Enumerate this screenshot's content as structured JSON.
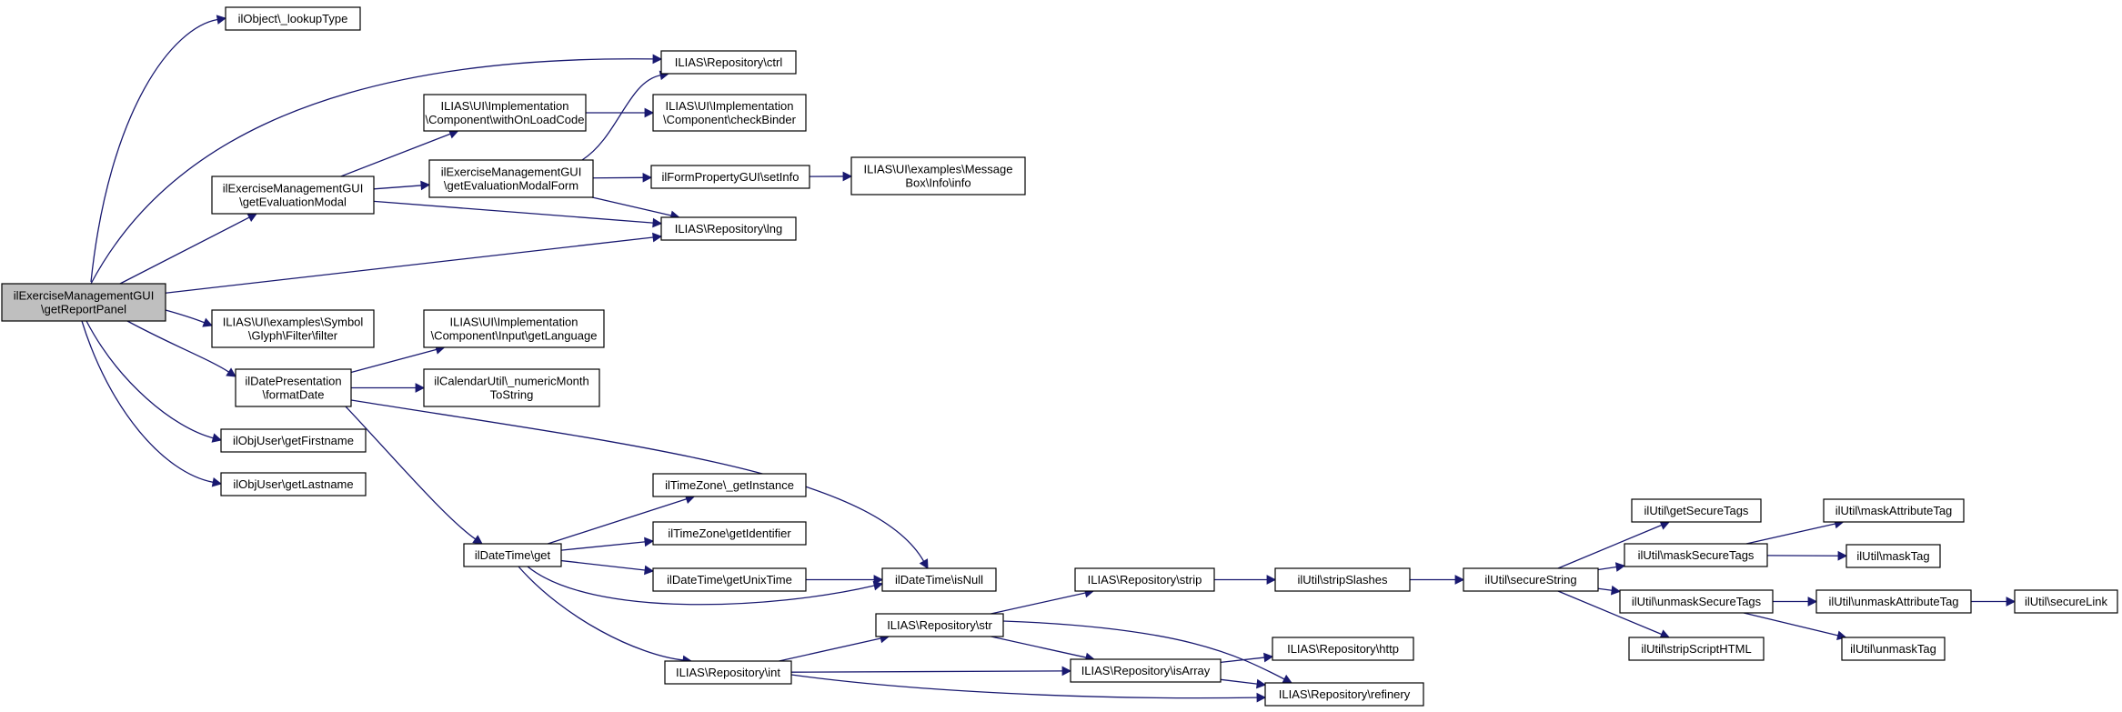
{
  "colors": {
    "edge": "#191970",
    "root_fill": "#bfbfbf",
    "node_fill": "#ffffff",
    "node_border": "#000000"
  },
  "nodes": [
    {
      "id": "root",
      "lines": [
        "ilExerciseManagementGUI",
        "\\getReportPanel"
      ],
      "highlight": true
    },
    {
      "id": "lookupType",
      "lines": [
        "ilObject\\_lookupType"
      ]
    },
    {
      "id": "ctrl",
      "lines": [
        "ILIAS\\Repository\\ctrl"
      ]
    },
    {
      "id": "withOnLoadCode",
      "lines": [
        "ILIAS\\UI\\Implementation",
        "\\Component\\withOnLoadCode"
      ]
    },
    {
      "id": "checkBinder",
      "lines": [
        "ILIAS\\UI\\Implementation",
        "\\Component\\checkBinder"
      ]
    },
    {
      "id": "getEvaluationModal",
      "lines": [
        "ilExerciseManagementGUI",
        "\\getEvaluationModal"
      ]
    },
    {
      "id": "getEvaluationModalForm",
      "lines": [
        "ilExerciseManagementGUI",
        "\\getEvaluationModalForm"
      ]
    },
    {
      "id": "setInfo",
      "lines": [
        "ilFormPropertyGUI\\setInfo"
      ]
    },
    {
      "id": "msgInfo",
      "lines": [
        "ILIAS\\UI\\examples\\Message",
        "Box\\Info\\info"
      ]
    },
    {
      "id": "lng",
      "lines": [
        "ILIAS\\Repository\\lng"
      ]
    },
    {
      "id": "filter",
      "lines": [
        "ILIAS\\UI\\examples\\Symbol",
        "\\Glyph\\Filter\\filter"
      ]
    },
    {
      "id": "getLanguage",
      "lines": [
        "ILIAS\\UI\\Implementation",
        "\\Component\\Input\\getLanguage"
      ]
    },
    {
      "id": "formatDate",
      "lines": [
        "ilDatePresentation",
        "\\formatDate"
      ]
    },
    {
      "id": "numericMonth",
      "lines": [
        "ilCalendarUtil\\_numericMonth",
        "ToString"
      ]
    },
    {
      "id": "getFirstname",
      "lines": [
        "ilObjUser\\getFirstname"
      ]
    },
    {
      "id": "getLastname",
      "lines": [
        "ilObjUser\\getLastname"
      ]
    },
    {
      "id": "getInstance",
      "lines": [
        "ilTimeZone\\_getInstance"
      ]
    },
    {
      "id": "getIdentifier",
      "lines": [
        "ilTimeZone\\getIdentifier"
      ]
    },
    {
      "id": "dtGet",
      "lines": [
        "ilDateTime\\get"
      ]
    },
    {
      "id": "getUnixTime",
      "lines": [
        "ilDateTime\\getUnixTime"
      ]
    },
    {
      "id": "isNull",
      "lines": [
        "ilDateTime\\isNull"
      ]
    },
    {
      "id": "repoStr",
      "lines": [
        "ILIAS\\Repository\\str"
      ]
    },
    {
      "id": "repoInt",
      "lines": [
        "ILIAS\\Repository\\int"
      ]
    },
    {
      "id": "isArray",
      "lines": [
        "ILIAS\\Repository\\isArray"
      ]
    },
    {
      "id": "refinery",
      "lines": [
        "ILIAS\\Repository\\refinery"
      ]
    },
    {
      "id": "http",
      "lines": [
        "ILIAS\\Repository\\http"
      ]
    },
    {
      "id": "strip",
      "lines": [
        "ILIAS\\Repository\\strip"
      ]
    },
    {
      "id": "stripSlashes",
      "lines": [
        "ilUtil\\stripSlashes"
      ]
    },
    {
      "id": "secureString",
      "lines": [
        "ilUtil\\secureString"
      ]
    },
    {
      "id": "getSecureTags",
      "lines": [
        "ilUtil\\getSecureTags"
      ]
    },
    {
      "id": "maskSecureTags",
      "lines": [
        "ilUtil\\maskSecureTags"
      ]
    },
    {
      "id": "unmaskSecureTags",
      "lines": [
        "ilUtil\\unmaskSecureTags"
      ]
    },
    {
      "id": "stripScriptHTML",
      "lines": [
        "ilUtil\\stripScriptHTML"
      ]
    },
    {
      "id": "maskAttributeTag",
      "lines": [
        "ilUtil\\maskAttributeTag"
      ]
    },
    {
      "id": "maskTag",
      "lines": [
        "ilUtil\\maskTag"
      ]
    },
    {
      "id": "unmaskAttributeTag",
      "lines": [
        "ilUtil\\unmaskAttributeTag"
      ]
    },
    {
      "id": "unmaskTag",
      "lines": [
        "ilUtil\\unmaskTag"
      ]
    },
    {
      "id": "secureLink",
      "lines": [
        "ilUtil\\secureLink"
      ]
    }
  ],
  "edges": [
    [
      "root",
      "lookupType"
    ],
    [
      "root",
      "ctrl"
    ],
    [
      "root",
      "getEvaluationModal"
    ],
    [
      "root",
      "lng"
    ],
    [
      "root",
      "filter"
    ],
    [
      "root",
      "formatDate"
    ],
    [
      "root",
      "getFirstname"
    ],
    [
      "root",
      "getLastname"
    ],
    [
      "getEvaluationModal",
      "withOnLoadCode"
    ],
    [
      "getEvaluationModal",
      "getEvaluationModalForm"
    ],
    [
      "getEvaluationModal",
      "lng"
    ],
    [
      "withOnLoadCode",
      "checkBinder"
    ],
    [
      "getEvaluationModalForm",
      "ctrl"
    ],
    [
      "getEvaluationModalForm",
      "setInfo"
    ],
    [
      "getEvaluationModalForm",
      "lng"
    ],
    [
      "setInfo",
      "msgInfo"
    ],
    [
      "formatDate",
      "getLanguage"
    ],
    [
      "formatDate",
      "numericMonth"
    ],
    [
      "formatDate",
      "isNull"
    ],
    [
      "formatDate",
      "dtGet"
    ],
    [
      "dtGet",
      "getInstance"
    ],
    [
      "dtGet",
      "getIdentifier"
    ],
    [
      "dtGet",
      "getUnixTime"
    ],
    [
      "dtGet",
      "isNull"
    ],
    [
      "dtGet",
      "repoInt"
    ],
    [
      "getUnixTime",
      "isNull"
    ],
    [
      "repoInt",
      "repoStr"
    ],
    [
      "repoInt",
      "isArray"
    ],
    [
      "repoInt",
      "refinery"
    ],
    [
      "repoStr",
      "strip"
    ],
    [
      "repoStr",
      "isArray"
    ],
    [
      "repoStr",
      "refinery"
    ],
    [
      "isArray",
      "http"
    ],
    [
      "isArray",
      "refinery"
    ],
    [
      "strip",
      "stripSlashes"
    ],
    [
      "stripSlashes",
      "secureString"
    ],
    [
      "secureString",
      "getSecureTags"
    ],
    [
      "secureString",
      "maskSecureTags"
    ],
    [
      "secureString",
      "unmaskSecureTags"
    ],
    [
      "secureString",
      "stripScriptHTML"
    ],
    [
      "maskSecureTags",
      "maskAttributeTag"
    ],
    [
      "maskSecureTags",
      "maskTag"
    ],
    [
      "unmaskSecureTags",
      "unmaskAttributeTag"
    ],
    [
      "unmaskSecureTags",
      "unmaskTag"
    ],
    [
      "unmaskAttributeTag",
      "secureLink"
    ]
  ]
}
